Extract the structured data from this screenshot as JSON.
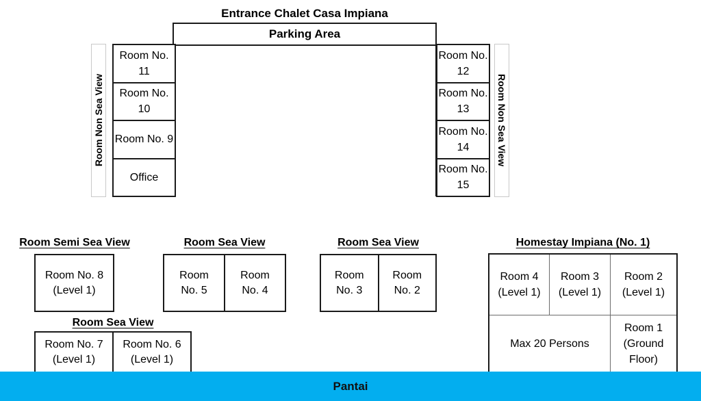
{
  "page": {
    "title": "Entrance Chalet Casa Impiana"
  },
  "parking": {
    "label": "Parking Area"
  },
  "left_wing": {
    "strip_label": "Room Non Sea View",
    "rooms": [
      {
        "line1": "Room",
        "line2": "No. 11"
      },
      {
        "line1": "Room",
        "line2": "No. 10"
      },
      {
        "line1": "Room",
        "line2": "No. 9"
      },
      {
        "line1": "Office",
        "line2": ""
      }
    ]
  },
  "right_wing": {
    "strip_label": "Room Non Sea View",
    "rooms": [
      {
        "line1": "Room",
        "line2": "No. 12"
      },
      {
        "line1": "Room",
        "line2": "No. 13"
      },
      {
        "line1": "Room",
        "line2": "No. 14"
      },
      {
        "line1": "Room",
        "line2": "No. 15"
      }
    ]
  },
  "groups": {
    "semi_sea_view": {
      "heading": "Room Semi Sea View",
      "cells": [
        {
          "line1": "Room No. 8",
          "line2": "(Level 1)"
        }
      ]
    },
    "sea_view_54": {
      "heading": "Room Sea View",
      "cells": [
        {
          "line1": "Room",
          "line2": "No. 5"
        },
        {
          "line1": "Room",
          "line2": "No. 4"
        }
      ]
    },
    "sea_view_32": {
      "heading": "Room Sea View",
      "cells": [
        {
          "line1": "Room",
          "line2": "No. 3"
        },
        {
          "line1": "Room",
          "line2": "No. 2"
        }
      ]
    },
    "sea_view_76": {
      "heading": "Room Sea View",
      "cells": [
        {
          "line1": "Room No. 7",
          "line2": "(Level 1)"
        },
        {
          "line1": "Room No. 6",
          "line2": "(Level 1)"
        }
      ]
    },
    "homestay": {
      "heading": "Homestay Impiana (No. 1)",
      "top_cells": [
        {
          "line1": "Room 4",
          "line2": "(Level 1)"
        },
        {
          "line1": "Room 3",
          "line2": "(Level 1)"
        },
        {
          "line1": "Room 2",
          "line2": "(Level 1)"
        }
      ],
      "capacity": "Max 20 Persons",
      "ground": {
        "line1": "Room 1",
        "line2": "(Ground",
        "line3": "Floor)"
      }
    }
  },
  "beach": {
    "label": "Pantai",
    "color": "#03AEEF"
  }
}
